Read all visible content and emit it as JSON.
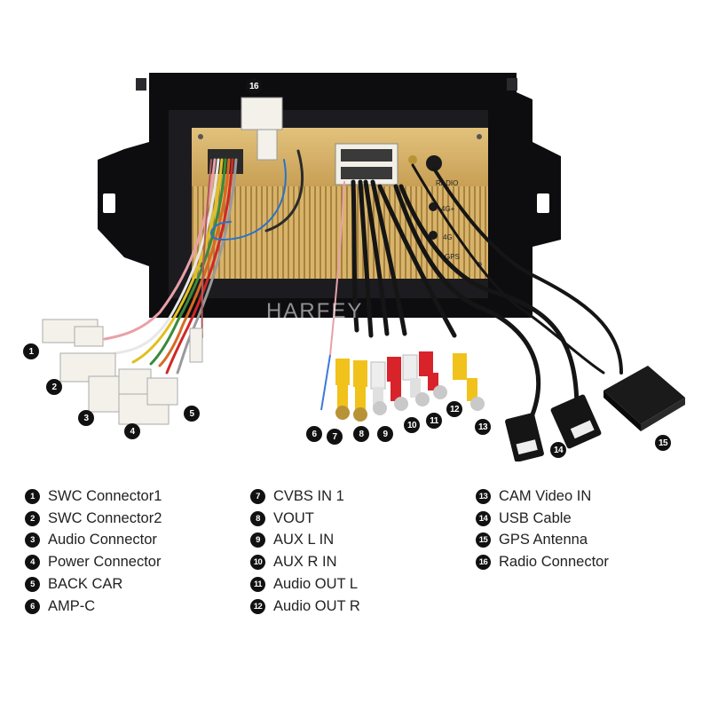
{
  "watermark": "HARFEY",
  "panel_labels": {
    "radio": "RADIO",
    "fourg_plus": "4G+",
    "fourg": "4G",
    "gps": "GPS"
  },
  "colors": {
    "frame": "#0d0d10",
    "heatsink": "#d8b46a",
    "heatsink_fin": "#b08a42",
    "cable": "#151515",
    "rca_yellow": "#f1c21b",
    "rca_red": "#d8232a",
    "rca_white": "#eeeeee",
    "connector": "#f3f1ea",
    "callout": "#111111"
  },
  "callouts": [
    "1",
    "2",
    "3",
    "4",
    "5",
    "6",
    "7",
    "8",
    "9",
    "10",
    "11",
    "12",
    "13",
    "14",
    "15",
    "16"
  ],
  "legend": {
    "columns": [
      [
        {
          "num": "1",
          "label": "SWC Connector1"
        },
        {
          "num": "2",
          "label": "SWC Connector2"
        },
        {
          "num": "3",
          "label": "Audio Connector"
        },
        {
          "num": "4",
          "label": "Power Connector"
        },
        {
          "num": "5",
          "label": "BACK CAR"
        },
        {
          "num": "6",
          "label": "AMP-C"
        }
      ],
      [
        {
          "num": "7",
          "label": "CVBS IN 1"
        },
        {
          "num": "8",
          "label": "VOUT"
        },
        {
          "num": "9",
          "label": "AUX L IN"
        },
        {
          "num": "10",
          "label": "AUX R IN"
        },
        {
          "num": "11",
          "label": "Audio OUT L"
        },
        {
          "num": "12",
          "label": "Audio OUT R"
        }
      ],
      [
        {
          "num": "13",
          "label": "CAM Video IN"
        },
        {
          "num": "14",
          "label": "USB Cable"
        },
        {
          "num": "15",
          "label": "GPS Antenna"
        },
        {
          "num": "16",
          "label": "Radio Connector"
        }
      ]
    ]
  }
}
